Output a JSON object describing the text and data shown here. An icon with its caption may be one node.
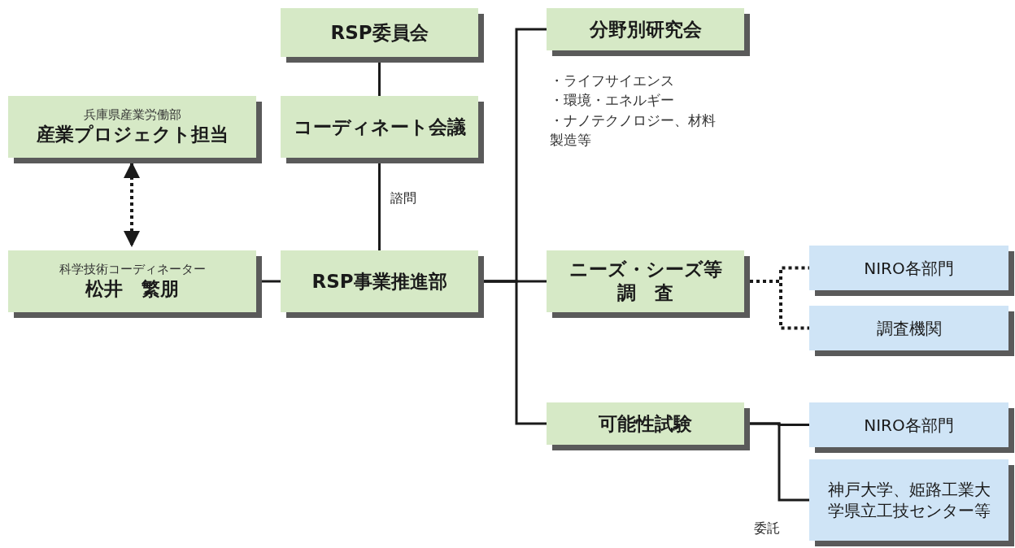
{
  "diagram": {
    "nodes": [
      {
        "text": [
          "RSP委員会"
        ]
      },
      {
        "text": [
          "コーディネート会議"
        ]
      },
      {
        "text": [
          "兵庫県産業労働部",
          "産業プロジェクト担当"
        ]
      },
      {
        "text": [
          "科学技術コーディネーター",
          "松井　繁朋"
        ]
      },
      {
        "text": [
          "RSP事業推進部"
        ]
      },
      {
        "text": [
          "分野別研究会"
        ],
        "beside": [
          "・ライフサイエンス",
          "・環境・エネルギー",
          "・ナノテクノロジー、材料製造等"
        ]
      },
      {
        "text": [
          "ニーズ・シーズ等調　査"
        ]
      },
      {
        "text": [
          "NIRO各部門"
        ]
      },
      {
        "text": [
          "調査機関"
        ]
      },
      {
        "text": [
          "可能性試験"
        ]
      },
      {
        "text": [
          "NIRO各部門"
        ]
      },
      {
        "text": [
          "神戸大学、姫路工業大学県立工技センター等"
        ]
      }
    ],
    "edges": [
      {
        "from": 0,
        "to": 1,
        "arrow": "none"
      },
      {
        "from": 1,
        "to": 4,
        "arrow": "none",
        "label": "諮問"
      },
      {
        "from": 2,
        "to": 3,
        "arrow": "both",
        "style": "dashed"
      },
      {
        "from": 3,
        "to": 4,
        "arrow": "none"
      },
      {
        "from": 4,
        "to": 5,
        "arrow": "none"
      },
      {
        "from": 4,
        "to": 6,
        "arrow": "none"
      },
      {
        "from": 4,
        "to": 9,
        "arrow": "none"
      },
      {
        "from": 6,
        "to": 7,
        "arrow": "none",
        "style": "dashed"
      },
      {
        "from": 6,
        "to": 8,
        "arrow": "none",
        "style": "dashed"
      },
      {
        "from": 9,
        "to": 10,
        "arrow": "none"
      },
      {
        "from": 9,
        "to": 11,
        "arrow": "none",
        "label": "委託"
      }
    ]
  }
}
